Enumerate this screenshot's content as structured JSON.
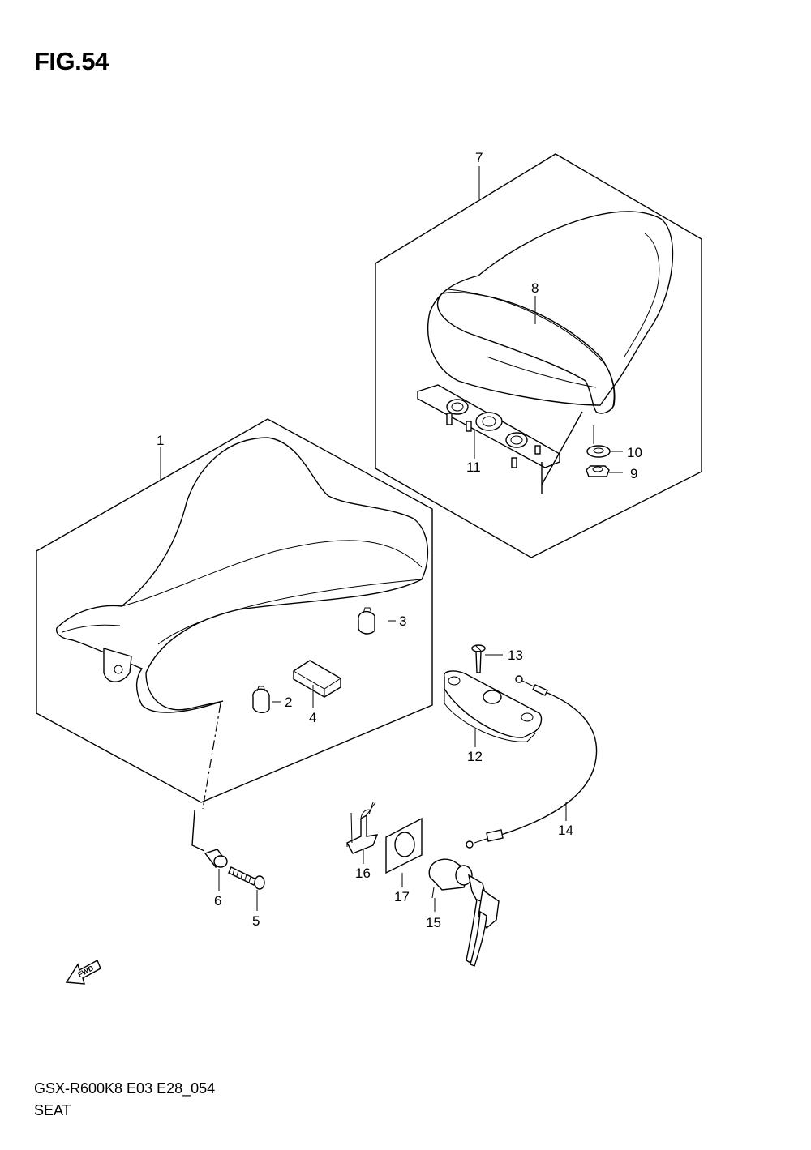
{
  "figure": {
    "title": "FIG.54",
    "code": "GSX-R600K8 E03 E28_054",
    "name": "SEAT",
    "fwd_badge": "FWD"
  },
  "callouts": [
    {
      "id": "c1",
      "label": "1"
    },
    {
      "id": "c2",
      "label": "2"
    },
    {
      "id": "c3",
      "label": "3"
    },
    {
      "id": "c4",
      "label": "4"
    },
    {
      "id": "c5",
      "label": "5"
    },
    {
      "id": "c6",
      "label": "6"
    },
    {
      "id": "c7",
      "label": "7"
    },
    {
      "id": "c8",
      "label": "8"
    },
    {
      "id": "c9",
      "label": "9"
    },
    {
      "id": "c10",
      "label": "10"
    },
    {
      "id": "c11",
      "label": "11"
    },
    {
      "id": "c12",
      "label": "12"
    },
    {
      "id": "c13",
      "label": "13"
    },
    {
      "id": "c14",
      "label": "14"
    },
    {
      "id": "c15",
      "label": "15"
    },
    {
      "id": "c16",
      "label": "16"
    },
    {
      "id": "c17",
      "label": "17"
    }
  ]
}
